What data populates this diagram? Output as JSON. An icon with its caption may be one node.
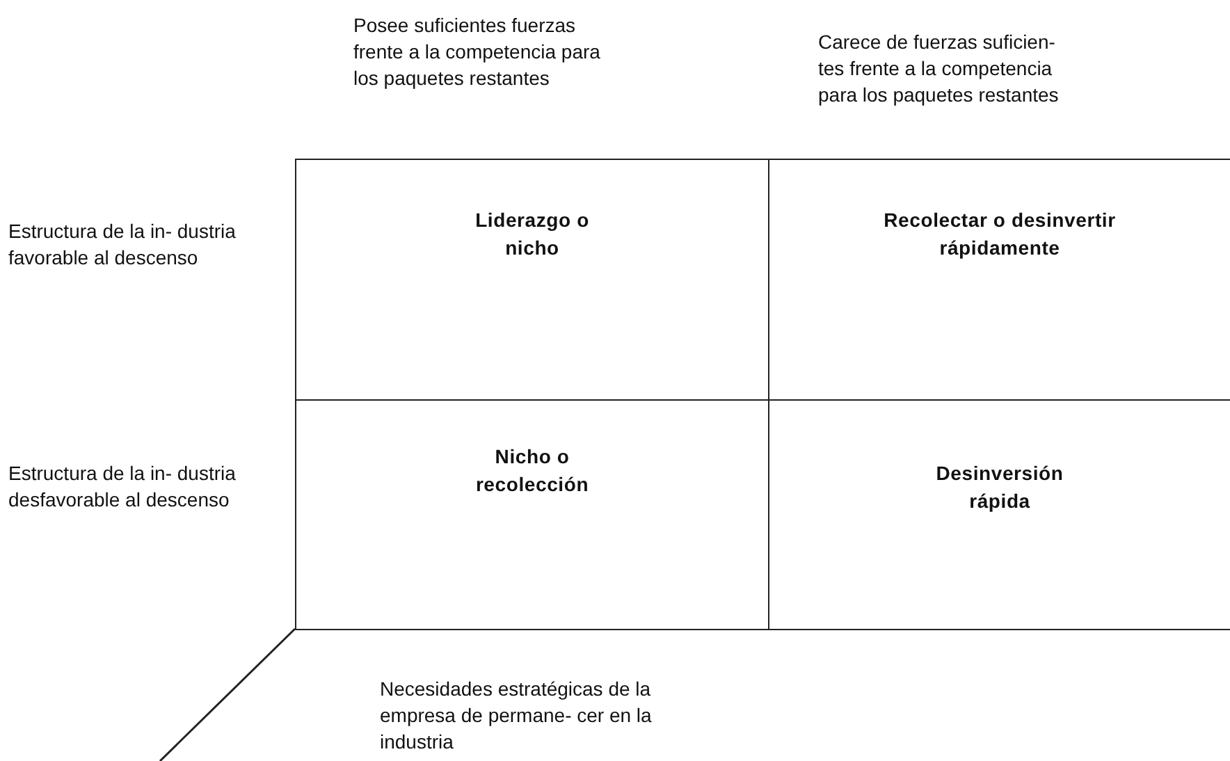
{
  "diagram": {
    "nodes": [
      {
        "text": [
          "Liderazgo o nicho"
        ]
      },
      {
        "text": [
          "Recolectar o desinvertir rápidamente"
        ]
      },
      {
        "text": [
          "Nicho o recolección"
        ]
      },
      {
        "text": [
          "Desinversión rápida"
        ]
      }
    ],
    "labels": [
      "Posee suficientes fuerzas frente a la competencia para los paquetes restantes",
      "Carece de fuerzas suficien- tes frente a la competencia para los paquetes restantes",
      "Estructura de la in- dustria favorable al descenso",
      "Estructura de la in- dustria desfavorable al descenso",
      "Necesidades estratégicas de la empresa de permane- cer en la industria"
    ]
  }
}
